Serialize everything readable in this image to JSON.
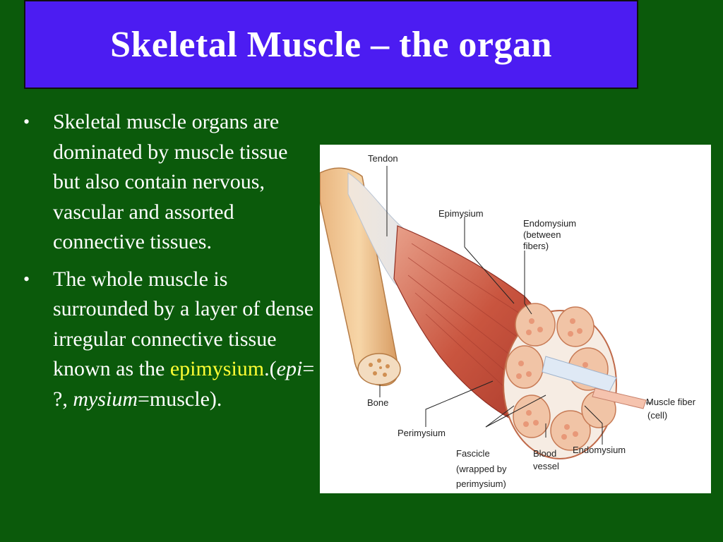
{
  "title": "Skeletal Muscle – the organ",
  "bullets": [
    {
      "text": "Skeletal muscle organs are dominated by muscle tissue but also contain nervous, vascular and assorted connective tissues."
    },
    {
      "pre": "The whole muscle is surrounded by a layer of dense irregular connective tissue known as the ",
      "term": "epimysium",
      "after1": ".(",
      "epi": "epi",
      "after2": "= ?, ",
      "mysium": "mysium",
      "after3": "=muscle)."
    }
  ],
  "figure": {
    "labels": {
      "tendon": "Tendon",
      "epimysium": "Epimysium",
      "endomysium_top_1": "Endomysium",
      "endomysium_top_2": "(between",
      "endomysium_top_3": "fibers)",
      "bone": "Bone",
      "perimysium": "Perimysium",
      "fascicle_1": "Fascicle",
      "fascicle_2": "(wrapped by",
      "fascicle_3": "perimysium)",
      "blood_1": "Blood",
      "blood_2": "vessel",
      "endomysium_bottom": "Endomysium",
      "muscle_fiber_1": "Muscle fiber",
      "muscle_fiber_2": "(cell)"
    }
  },
  "colors": {
    "background": "#0b5a0b",
    "title_box": "#4c1cf2",
    "highlight": "#ffff33"
  }
}
